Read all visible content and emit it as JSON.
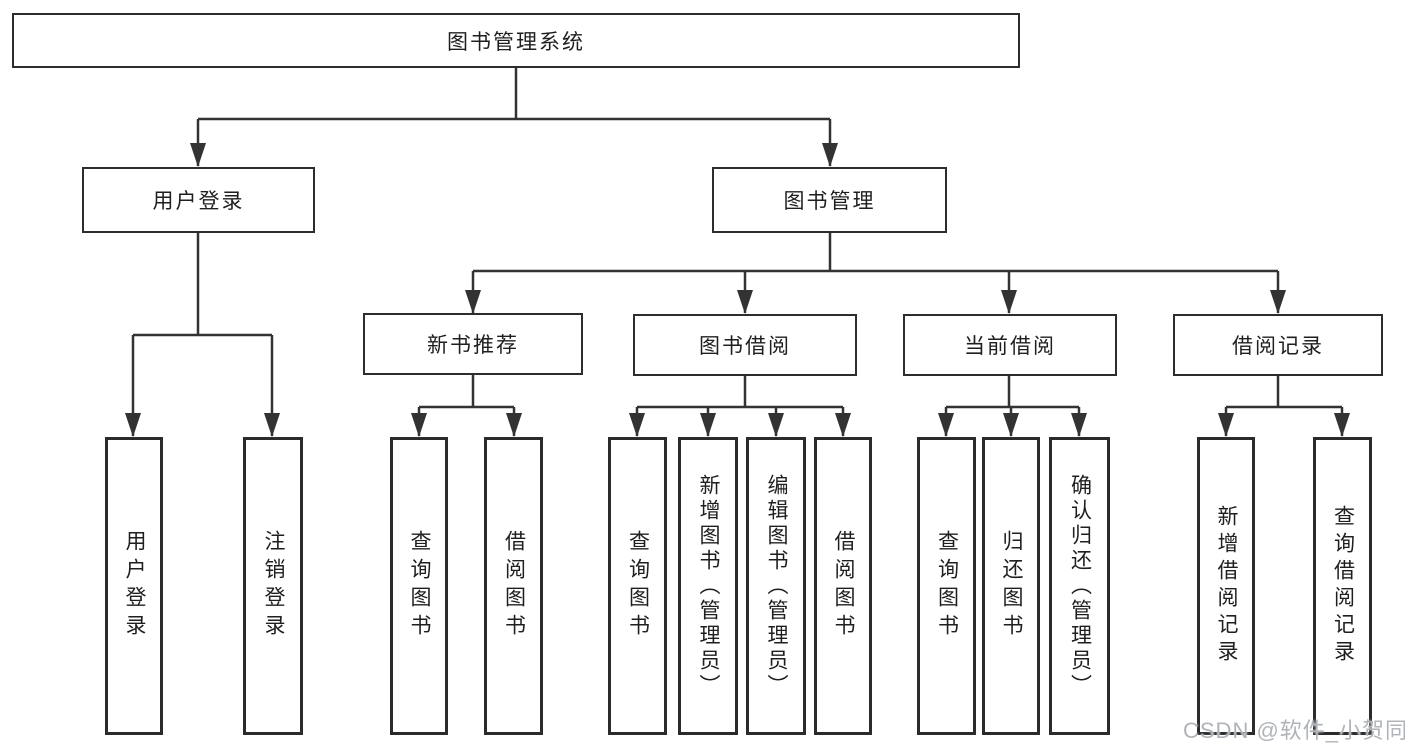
{
  "diagram": {
    "type": "hierarchy-tree",
    "colors": {
      "line": "#333333",
      "box_border": "#2b2b2b",
      "text": "#1f1f1f",
      "watermark": "#b0b4ba",
      "background": "#ffffff"
    },
    "root": {
      "label": "图书管理系统"
    },
    "level2": [
      {
        "id": "user-login",
        "label": "用户登录",
        "parent": "root"
      },
      {
        "id": "book-management",
        "label": "图书管理",
        "parent": "root"
      }
    ],
    "level3": [
      {
        "id": "new-book-recommend",
        "label": "新书推荐",
        "parent": "book-management"
      },
      {
        "id": "book-borrow",
        "label": "图书借阅",
        "parent": "book-management"
      },
      {
        "id": "current-borrow",
        "label": "当前借阅",
        "parent": "book-management"
      },
      {
        "id": "borrow-records",
        "label": "借阅记录",
        "parent": "book-management"
      }
    ],
    "leaves": {
      "user_login": [
        {
          "label": "用户登录"
        },
        {
          "label": "注销登录"
        }
      ],
      "new_book_recommend": [
        {
          "label": "查询图书"
        },
        {
          "label": "借阅图书"
        }
      ],
      "book_borrow": [
        {
          "label": "查询图书"
        },
        {
          "label": "新增图书（管理员）"
        },
        {
          "label": "编辑图书（管理员）"
        },
        {
          "label": "借阅图书"
        }
      ],
      "current_borrow": [
        {
          "label": "查询图书"
        },
        {
          "label": "归还图书"
        },
        {
          "label": "确认归还（管理员）"
        }
      ],
      "borrow_records": [
        {
          "label": "新增借阅记录"
        },
        {
          "label": "查询借阅记录"
        }
      ]
    },
    "watermark": "CSDN @软件_小贺同学"
  }
}
